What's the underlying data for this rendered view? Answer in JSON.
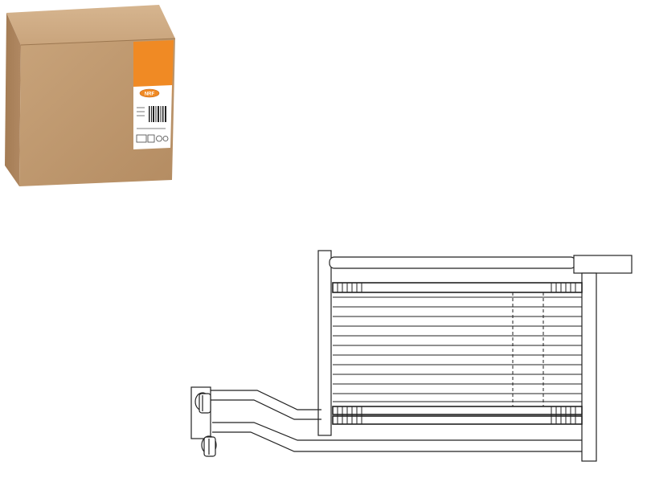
{
  "product_photo": {
    "subject": "cardboard-box",
    "colors": {
      "cardboard_front": "#bf9a70",
      "cardboard_side": "#a8825a",
      "cardboard_top": "#d2b08a",
      "label_orange": "#f08a24",
      "label_white": "#ffffff"
    },
    "logo_text": "NRF"
  },
  "technical_drawing": {
    "subject": "oil-cooler-line-drawing",
    "colors": {
      "stroke": "#222222",
      "fill": "#ffffff"
    }
  }
}
